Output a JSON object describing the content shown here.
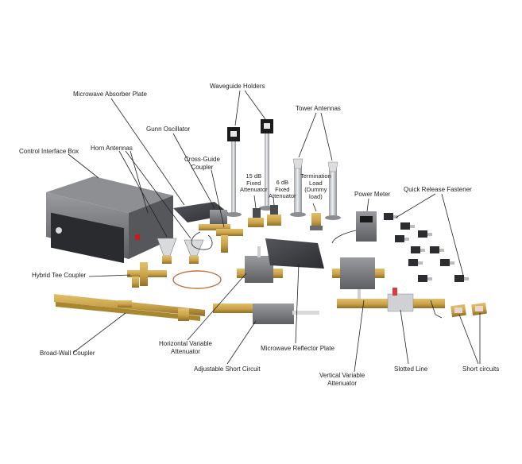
{
  "labels": {
    "waveguide_holders": "Waveguide Holders",
    "microwave_absorber_plate": "Microwave Absorber Plate",
    "tower_antennas": "Tower Antennas",
    "gunn_oscillator": "Gunn Oscillator",
    "control_interface_box": "Control Interface Box",
    "horn_antennas": "Horn Antennas",
    "cross_guide_coupler": "Cross-Guide\nCoupler",
    "fixed_15db": "15 dB\nFixed\nAttenuator",
    "fixed_6db": "6 dB\nFixed\nAttenuator",
    "termination_load": "Termination\nLoad\n(Dummy\nload)",
    "power_meter": "Power Meter",
    "quick_release_fastener": "Quick Release Fastener",
    "hybrid_tee_coupler": "Hybrid Tee Coupler",
    "broad_wall_coupler": "Broad-Wall Coupler",
    "horizontal_variable_attenuator": "Horizontal Variable\nAttenuator",
    "adjustable_short_circuit": "Adjustable Short Circuit",
    "microwave_reflector_plate": "Microwave Reflector Plate",
    "vertical_variable_attenuator": "Vertical Variable\nAttenuator",
    "slotted_line": "Slotted Line",
    "short_circuits": "Short circuits"
  },
  "colors": {
    "brass": "#c9a24a",
    "brass_dark": "#8f6f28",
    "gray_box": "#7a7b7e",
    "dark_panel": "#3d3e42",
    "steel": "#c9cbcf",
    "copper": "#c0703a",
    "black": "#141414",
    "leader": "#222222"
  }
}
